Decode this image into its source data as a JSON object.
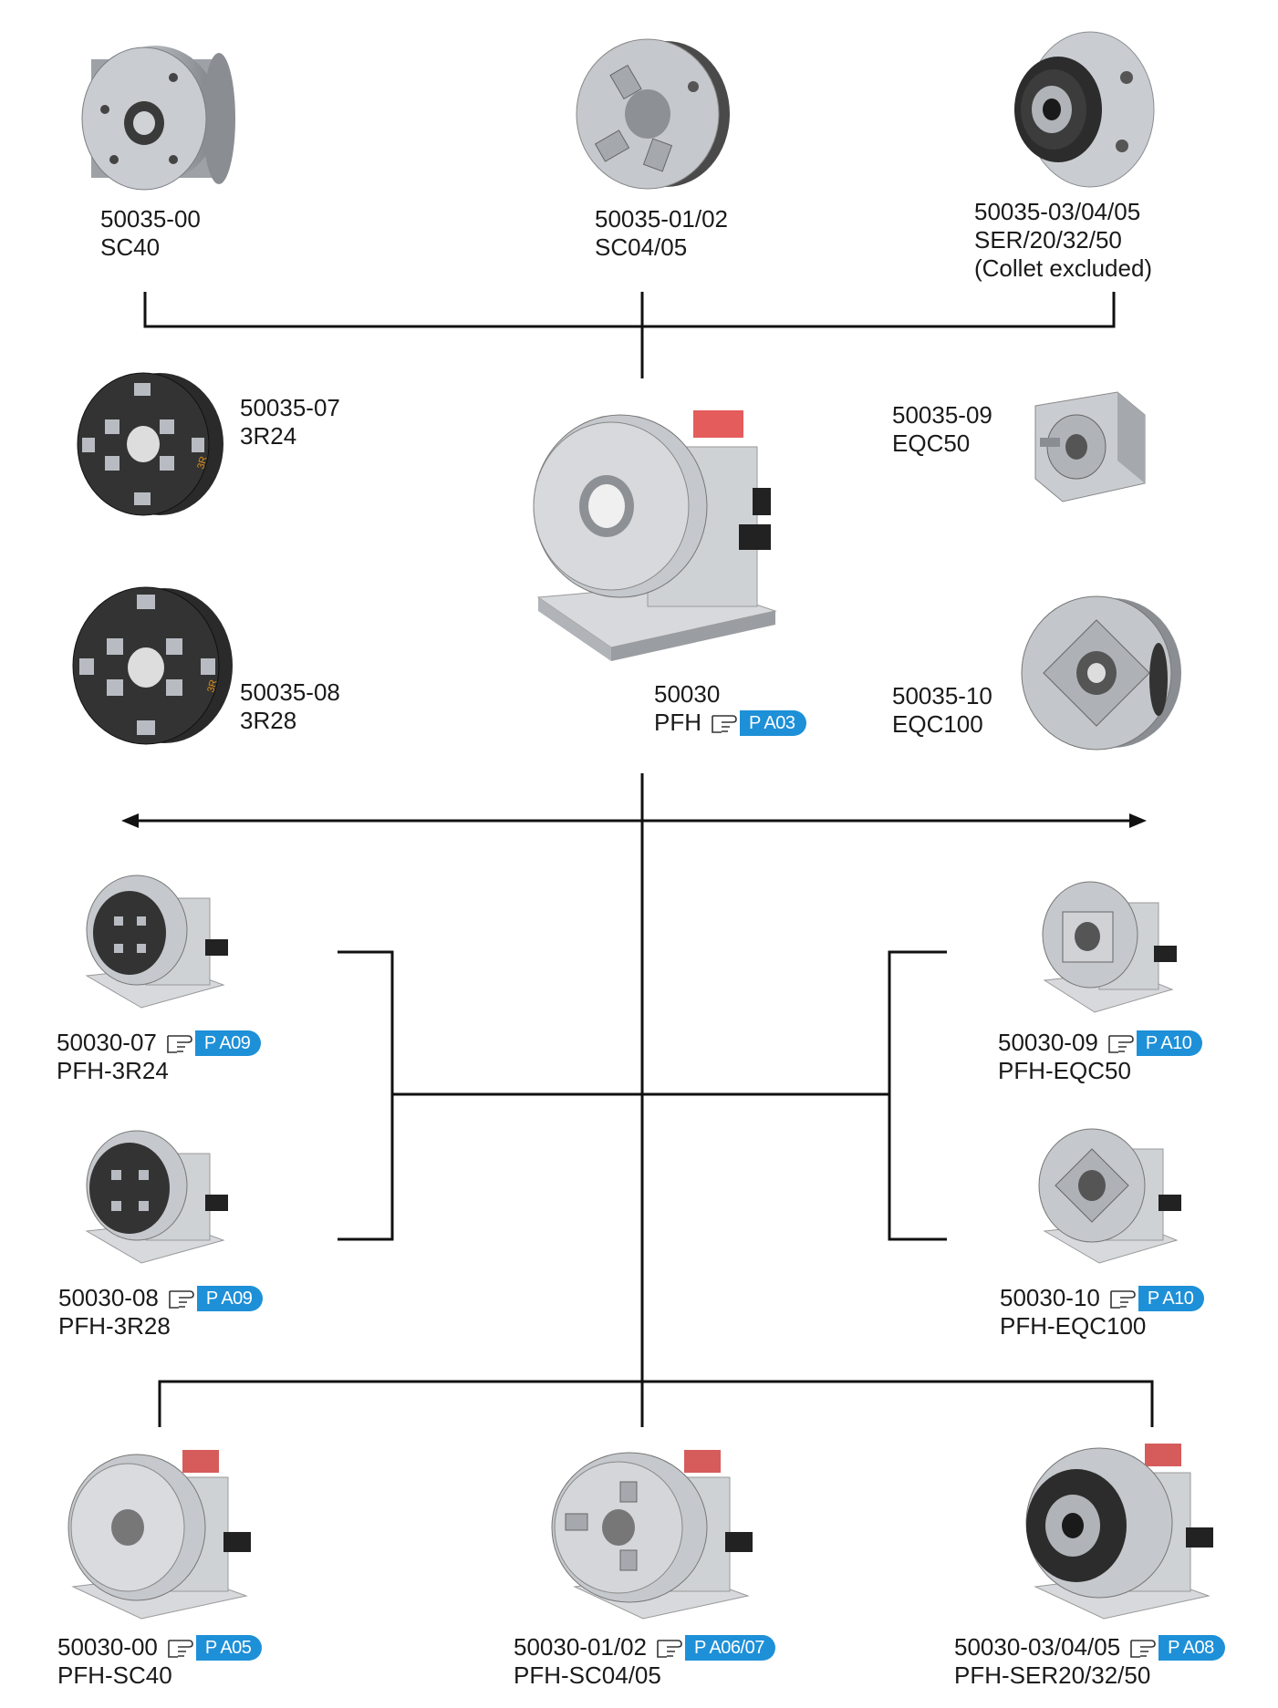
{
  "products": {
    "sc40": {
      "code": "50035-00",
      "name": "SC40",
      "icon": "sc40-plate-image"
    },
    "sc0405": {
      "code": "50035-01/02",
      "name": "SC04/05",
      "icon": "three-jaw-chuck-image"
    },
    "ser": {
      "code": "50035-03/04/05",
      "name": "SER/20/32/50",
      "note": "(Collet excluded)",
      "icon": "collet-chuck-image"
    },
    "r24": {
      "code": "50035-07",
      "name": "3R24",
      "icon": "3r24-adapter-image"
    },
    "r28": {
      "code": "50035-08",
      "name": "3R28",
      "icon": "3r28-adapter-image"
    },
    "eqc50": {
      "code": "50035-09",
      "name": "EQC50",
      "icon": "eqc50-adapter-image"
    },
    "eqc100": {
      "code": "50035-10",
      "name": "EQC100",
      "icon": "eqc100-adapter-image"
    },
    "pfh": {
      "code": "50030",
      "name": "PFH",
      "ref": "P A03",
      "icon": "pfh-fixture-image"
    }
  },
  "assemblies": {
    "pfh_3r24": {
      "code": "50030-07",
      "name": "PFH-3R24",
      "ref": "P A09"
    },
    "pfh_3r28": {
      "code": "50030-08",
      "name": "PFH-3R28",
      "ref": "P A09"
    },
    "pfh_eqc50": {
      "code": "50030-09",
      "name": "PFH-EQC50",
      "ref": "P A10"
    },
    "pfh_eqc100": {
      "code": "50030-10",
      "name": "PFH-EQC100",
      "ref": "P A10"
    },
    "pfh_sc40": {
      "code": "50030-00",
      "name": "PFH-SC40",
      "ref": "P A05"
    },
    "pfh_sc0405": {
      "code": "50030-01/02",
      "name": "PFH-SC04/05",
      "ref": "P A06/07"
    },
    "pfh_ser": {
      "code": "50030-03/04/05",
      "name": "PFH-SER20/32/50",
      "ref": "P A08"
    }
  },
  "colors": {
    "accent": "#1e90d8",
    "line": "#111111",
    "steel": "#b8bcc2",
    "dark": "#2a2a2a"
  }
}
